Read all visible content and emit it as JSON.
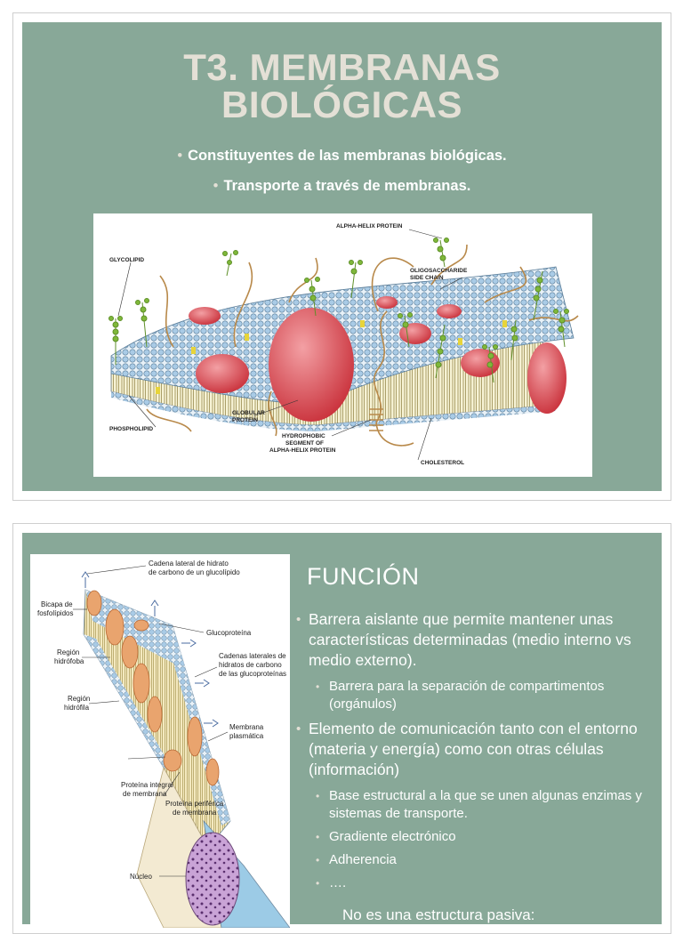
{
  "slide1": {
    "title_line1": "T3. MEMBRANAS",
    "title_line2": "BIOLÓGICAS",
    "bullets": [
      "Constituyentes de las membranas biológicas.",
      "Transporte a través de membranas."
    ],
    "figure_labels": {
      "alpha_helix": "ALPHA-HELIX PROTEIN",
      "glycolipid": "GLYCOLIPID",
      "oligo1": "OLIGOSACCHARIDE",
      "oligo2": "SIDE CHAIN",
      "phospholipid": "PHOSPHOLIPID",
      "globular1": "GLOBULAR",
      "globular2": "PROTEIN",
      "hydro1": "HYDROPHOBIC",
      "hydro2": "SEGMENT OF",
      "hydro3": "ALPHA-HELIX PROTEIN",
      "cholesterol": "CHOLESTEROL"
    }
  },
  "slide2": {
    "heading": "FUNCIÓN",
    "items": [
      {
        "level": 1,
        "text": "Barrera aislante que permite mantener unas características determinadas (medio interno vs medio externo)."
      },
      {
        "level": 2,
        "text": "Barrera para la separación de compartimentos (orgánulos)"
      },
      {
        "level": 1,
        "text": "Elemento de comunicación tanto con el entorno (materia y energía) como con otras células (información)"
      },
      {
        "level": 2,
        "text": "Base estructural a la que se unen algunas enzimas y sistemas de transporte."
      },
      {
        "level": 2,
        "text": "Gradiente electrónico"
      },
      {
        "level": 2,
        "text": "Adherencia"
      },
      {
        "level": 2,
        "text": "…."
      }
    ],
    "closing": "No es una estructura pasiva:",
    "figure_labels": {
      "cadena1": "Cadena lateral de hidrato",
      "cadena2": "de carbono de un glucolípido",
      "bicapa1": "Bicapa de",
      "bicapa2": "fosfolípidos",
      "glucoproteina": "Glucoproteína",
      "cadenas1": "Cadenas laterales de",
      "cadenas2": "hidratos de carbono",
      "cadenas3": "de las glucoproteínas",
      "hidrofoba1": "Región",
      "hidrofoba2": "hidrófoba",
      "hidrofila1": "Región",
      "hidrofila2": "hidrófila",
      "membrana1": "Membrana",
      "membrana2": "plasmática",
      "integral1": "Proteína integral",
      "integral2": "de membrana",
      "periferica1": "Proteína periférica",
      "periferica2": "de membrana",
      "nucleo": "Núcleo"
    }
  },
  "colors": {
    "slide_bg": "#88a898",
    "title_text": "#e4e0d6",
    "body_text": "#ffffff",
    "protein": "#d9424a",
    "lipid_head": "#a9cbe6",
    "glycan": "#7fb83a"
  }
}
